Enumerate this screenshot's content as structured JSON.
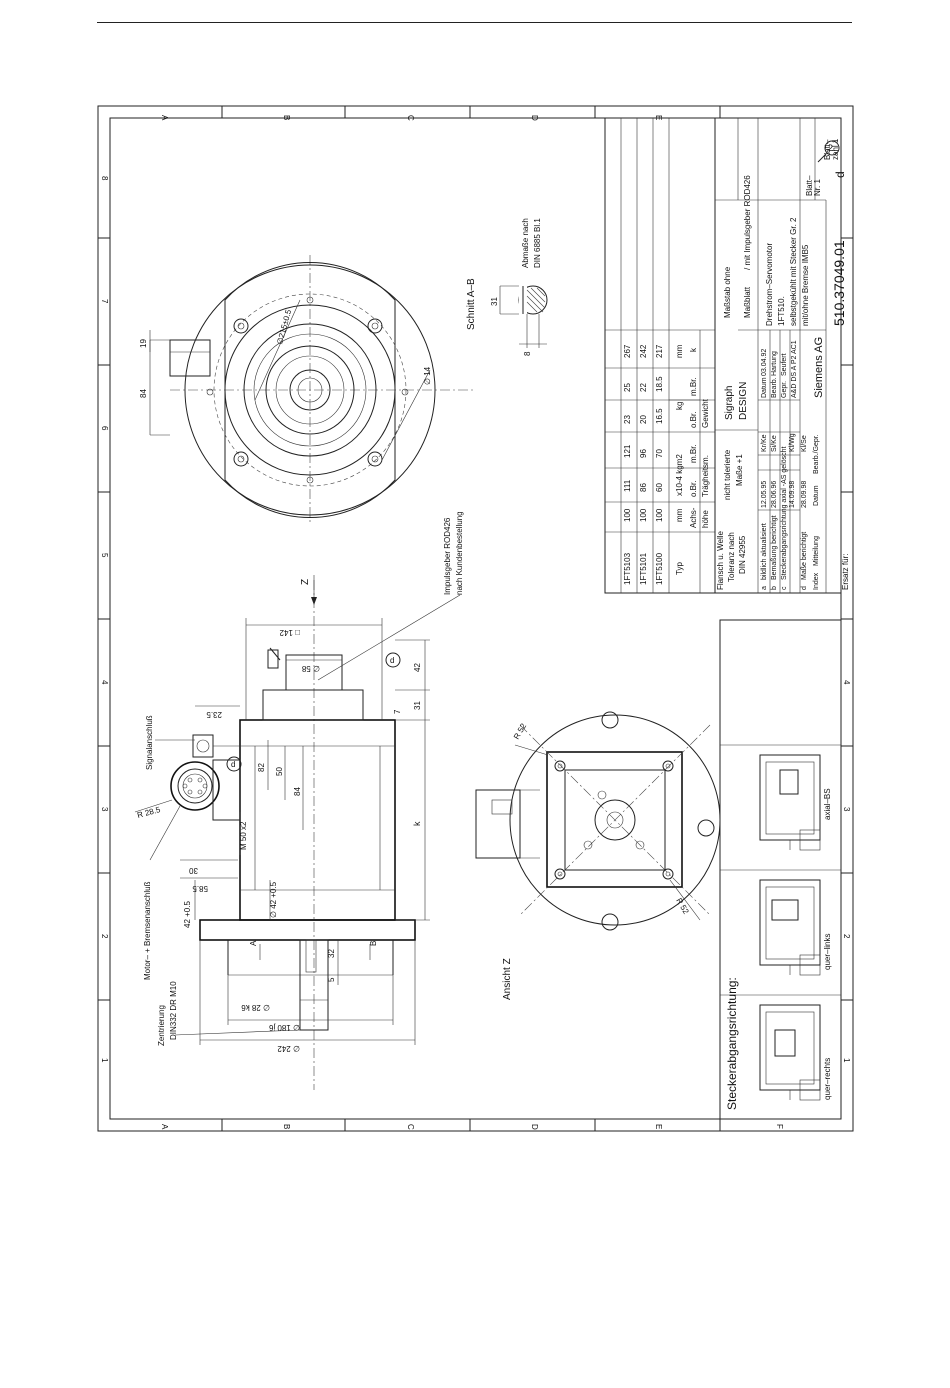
{
  "frame": {
    "columns": [
      "A",
      "B",
      "C",
      "D",
      "E"
    ],
    "column_F": "F",
    "rows": [
      "1",
      "2",
      "3",
      "4",
      "5",
      "6",
      "7",
      "8"
    ]
  },
  "side_view": {
    "labels": {
      "signal": "Signalanschluß",
      "motor_brake": "Motor– + Bremsenanschluß",
      "centering": "Zentrierung",
      "centering_std": "DIN332 DR M10",
      "encoder": "Impulsgeber ROD426",
      "encoder_note": "nach Kundenbestellung",
      "view_z_arrow": "Z"
    },
    "dims": {
      "d242": "∅ 242",
      "d180": "∅ 180 j6",
      "d28": "∅ 28 k6",
      "d42": "∅ 42 +0.5",
      "c42": "42 +0.5",
      "m50": "M 50 x2",
      "d58": "∅ 58",
      "sq142": "□ 142",
      "v235": "23.5",
      "v30": "30",
      "v585": "58.5",
      "v82": "82",
      "v50": "50",
      "v84": "84",
      "k": "k",
      "v32": "32",
      "v5": "5",
      "v7": "7",
      "v31": "31",
      "v42": "42",
      "r285": "R 28.5",
      "cut_a": "A",
      "cut_b": "B"
    }
  },
  "front_view": {
    "dims": {
      "d215": "∅215±0.5",
      "d14": "∅ 14",
      "v84": "84",
      "v19": "19"
    }
  },
  "section_ab": {
    "title": "Schnitt A–B",
    "v31": "31",
    "v8": "8",
    "note1": "Abmaße nach",
    "note2": "DIN 6885 Bl.1"
  },
  "view_z": {
    "title": "Ansicht Z",
    "r52a": "R 52",
    "r52b": "R 52"
  },
  "table": {
    "types": [
      "1FT5103",
      "1FT5101",
      "1FT5100"
    ],
    "col_header": "Typ",
    "achshoehe": [
      "100",
      "100",
      "100"
    ],
    "ob": [
      "111",
      "86",
      "60"
    ],
    "mb": [
      "121",
      "96",
      "70"
    ],
    "gew_ob": [
      "23",
      "20",
      "16.5"
    ],
    "gew_mb": [
      "25",
      "22",
      "18.5"
    ],
    "k": [
      "267",
      "242",
      "217"
    ],
    "units": [
      "mm",
      "x10-4 kgm2",
      "kg",
      "mm"
    ],
    "h_achs": "Achs-",
    "h_hoehe": "höhe",
    "h_ob": "o.Br.",
    "h_mb": "m.Br.",
    "h_traeg": "Trägheitsm.",
    "h_gew_ob": "o.Br.",
    "h_gew_mb": "m.Br.",
    "h_gew": "Gewicht",
    "h_k": "k"
  },
  "title_block": {
    "flansch1": "Flansch u. Welle",
    "flansch2": "Toleranz  nach",
    "flansch3": "DIN 42955",
    "tol1": "nicht tolerierte",
    "tol2": "Maße  +1",
    "sigraph1": "Sigraph",
    "sigraph2": "DESIGN",
    "massstab": "Maßstab   ohne",
    "massblatt": "Maßblatt",
    "with_encoder": "/ mit Impulsgeber ROD426",
    "desc1": "Drehstrom–Servomotor",
    "desc2": "1FT510.",
    "desc3": "selbstgekühlt mit Stecker Gr. 2",
    "desc4": "mit/ohne Bremse IMB5",
    "drawing_no": "510.37049.01",
    "rev": "d",
    "blatt_nr": "Blatt–",
    "blatt_nr2": "Nr.   1",
    "blatt_zahl": "Blatt–",
    "blatt_zahl2": "zahl 1",
    "company": "Siemens AG",
    "ersatz": "Ersatz für:",
    "datum_lbl": "Datum",
    "datum_val": "03.04.92",
    "bearb_lbl": "Bearb.",
    "bearb_val": "Hartung",
    "gepr_lbl": "Gepr.",
    "gepr_val": "Seufert",
    "dept": "A&D DS A P2 AC1",
    "idx_header": "Index",
    "mitteilung": "Mitteilung",
    "datum_h": "Datum",
    "bearb_gepr": "Bearb./Gepr.",
    "revisions": [
      {
        "idx": "a",
        "text": "bildlich aktualisiert",
        "date": "12.05.95",
        "who": "Kr/Ke"
      },
      {
        "idx": "b",
        "text": "Bemaßung berichtigt",
        "date": "28.06.96",
        "who": "Si/Ke"
      },
      {
        "idx": "c",
        "text": "Steckerabgangsrichtung axial -AS gelöscht",
        "date": "14.09.98",
        "who": "Kl/Wg"
      },
      {
        "idx": "d",
        "text": "Maße berichtigt",
        "date": "28.09.98",
        "who": "Kl/Se"
      }
    ]
  },
  "plug": {
    "title": "Steckerabgangsrichtung:",
    "options": [
      "quer–rechts",
      "quer–links",
      "axial–BS"
    ]
  },
  "revision_marks": {
    "mark_d": "d",
    "mark_2": "2"
  },
  "colors": {
    "line": "#222222",
    "paper": "#ffffff"
  }
}
